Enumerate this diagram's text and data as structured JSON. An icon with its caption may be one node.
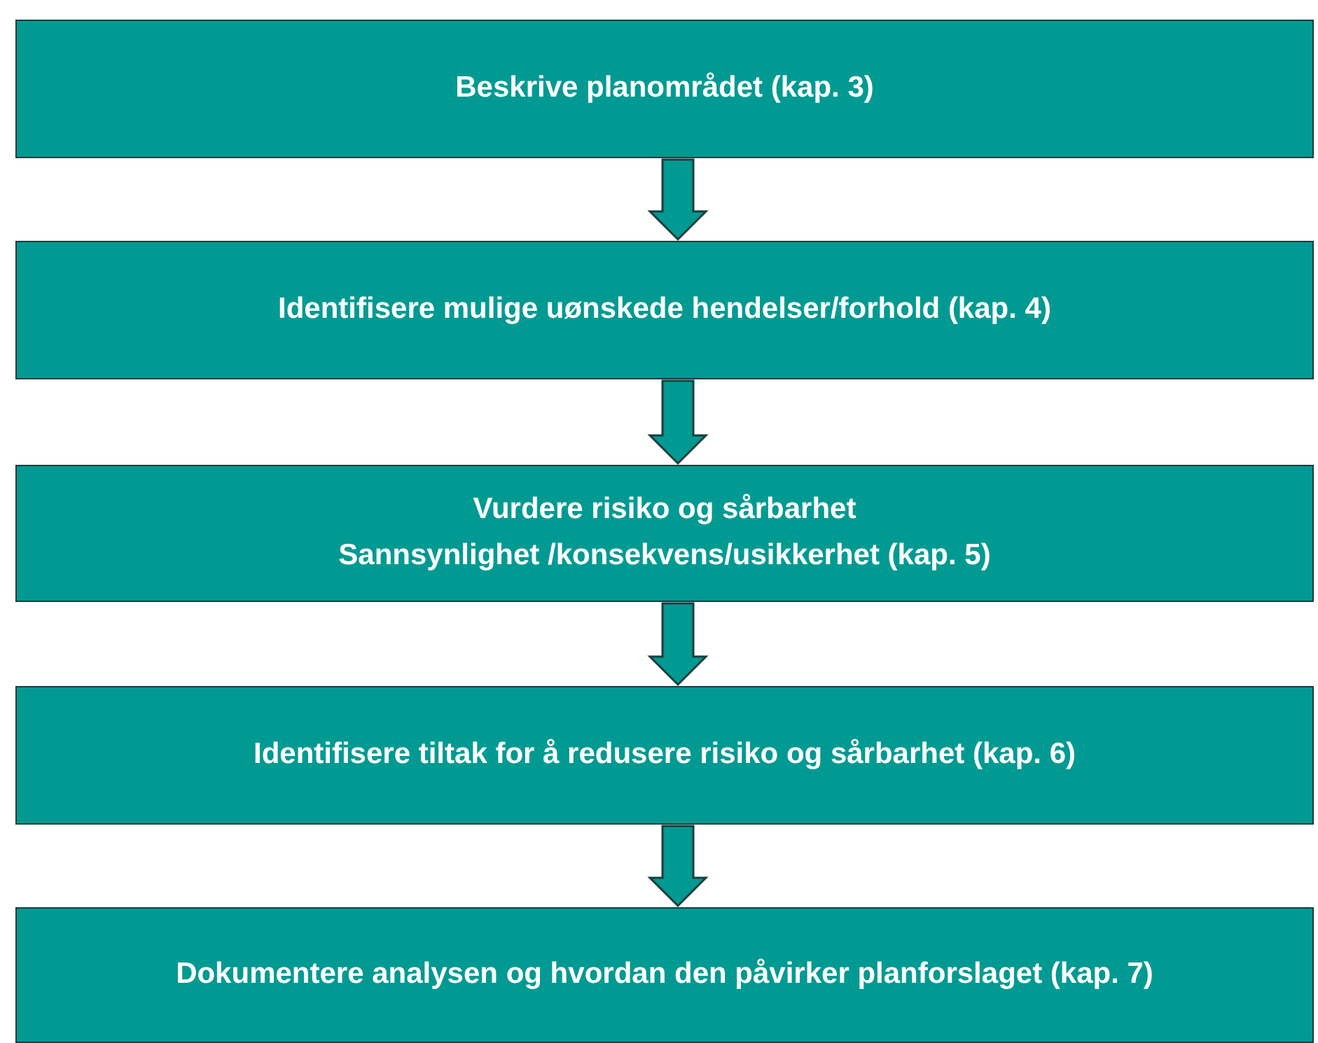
{
  "diagram": {
    "nodes": [
      {
        "text": [
          "Beskrive planområdet (kap. 3)"
        ]
      },
      {
        "text": [
          "Identifisere mulige uønskede hendelser/forhold (kap. 4)"
        ]
      },
      {
        "text": [
          "Vurdere risiko og sårbarhet",
          "Sannsynlighet /konsekvens/usikkerhet (kap. 5)"
        ]
      },
      {
        "text": [
          "Identifisere tiltak for å redusere risiko og sårbarhet (kap. 6)"
        ]
      },
      {
        "text": [
          "Dokumentere analysen og hvordan den påvirker planforslaget (kap. 7)"
        ]
      }
    ],
    "edges": [
      {
        "from": 0,
        "to": 1,
        "arrow": "to"
      },
      {
        "from": 1,
        "to": 2,
        "arrow": "to"
      },
      {
        "from": 2,
        "to": 3,
        "arrow": "to"
      },
      {
        "from": 3,
        "to": 4,
        "arrow": "to"
      }
    ]
  }
}
